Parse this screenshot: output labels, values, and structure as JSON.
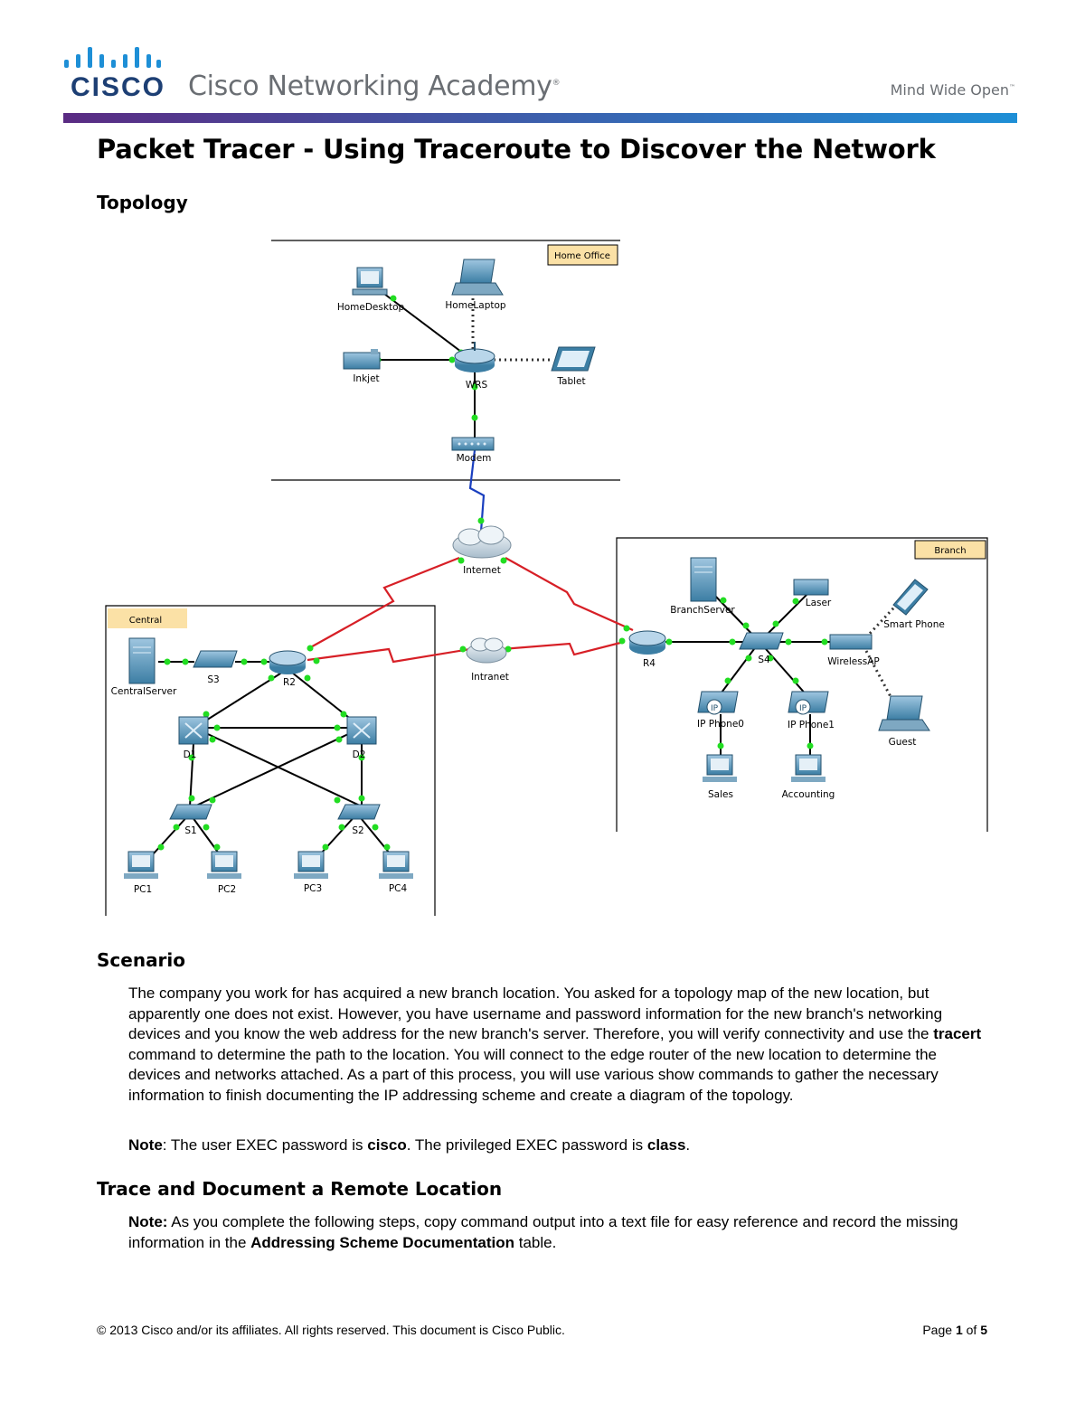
{
  "header": {
    "logo_text": "CISCO",
    "academy_text": "Cisco Networking Academy",
    "academy_mark": "®",
    "tagline": "Mind Wide Open",
    "tagline_mark": "™"
  },
  "title": "Packet Tracer - Using Traceroute to Discover the Network",
  "sections": {
    "topology": "Topology",
    "scenario": "Scenario",
    "trace": "Trace and Document a Remote Location"
  },
  "diagram": {
    "areas": {
      "home": "Home Office",
      "branch": "Branch",
      "central": "Central"
    },
    "devices": {
      "home_desktop": "HomeDesktop",
      "home_laptop": "HomeLaptop",
      "inkjet": "Inkjet",
      "wrs": "WRS",
      "tablet": "Tablet",
      "modem": "Modem",
      "internet": "Internet",
      "intranet": "Intranet",
      "central_server": "CentralServer",
      "s3": "S3",
      "r2": "R2",
      "d1": "D1",
      "d2": "D2",
      "s1": "S1",
      "s2": "S2",
      "pc1": "PC1",
      "pc2": "PC2",
      "pc3": "PC3",
      "pc4": "PC4",
      "r4": "R4",
      "s4": "S4",
      "branch_server": "BranchServer",
      "laser": "Laser",
      "smart_phone": "Smart Phone",
      "wireless_ap": "WirelessAP",
      "ip_phone0": "IP Phone0",
      "ip_phone1": "IP Phone1",
      "guest": "Guest",
      "sales": "Sales",
      "accounting": "Accounting",
      "ip_badge": "IP"
    }
  },
  "scenario": {
    "p1_a": "The company you work for has acquired a new branch location. You asked for a topology map of the new location, but apparently one does not exist. However, you have username and password information for the new branch's networking devices and you know the web address for the new branch's server. Therefore, you will verify connectivity and use the ",
    "p1_cmd": "tracert",
    "p1_b": " command to determine the path to the location. You will connect to the edge router of the new location to determine the devices and networks attached. As a part of this process, you will use various show commands to gather the necessary information to finish documenting the IP addressing scheme and create a diagram of the topology.",
    "note_label": "Note",
    "note_a": ": The user EXEC password is ",
    "note_user_pw": "cisco",
    "note_b": ". The privileged EXEC password is ",
    "note_priv_pw": "class",
    "note_c": "."
  },
  "trace": {
    "note_label": "Note:",
    "text_a": " As you complete the following steps, copy command output into a text file for easy reference and record the missing information in the ",
    "table_name": "Addressing Scheme Documentation",
    "text_b": " table."
  },
  "footer": {
    "copyright": "© 2013 Cisco and/or its affiliates. All rights reserved. This document is Cisco Public.",
    "page_word": "Page",
    "page_num": "1",
    "of_word": "of",
    "page_total": "5"
  },
  "colors": {
    "cisco_blue": "#1d3f74",
    "grey_text": "#6a6e73",
    "serial_red": "#d71f26",
    "link_green": "#22dd22",
    "label_fill": "#fbe1a6",
    "device_blue": "#3c7ea4"
  }
}
